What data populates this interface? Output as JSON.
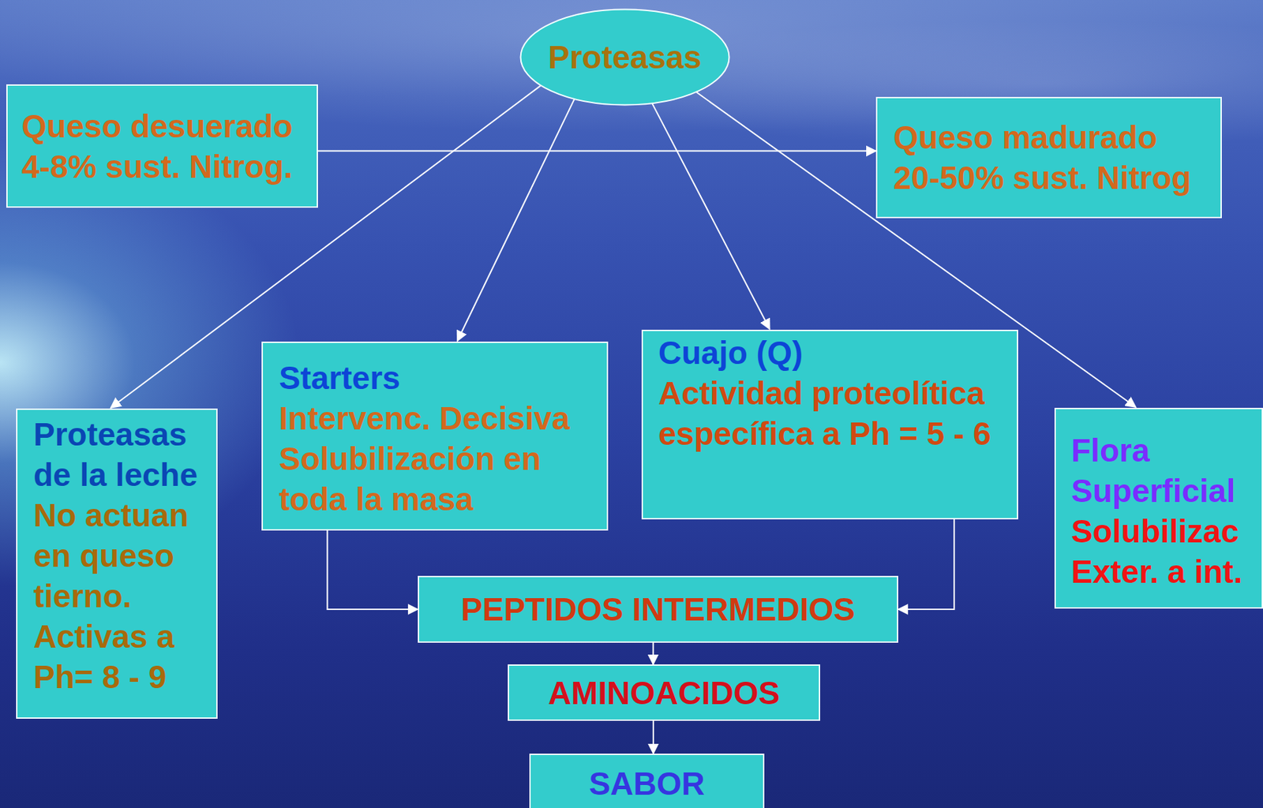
{
  "diagram": {
    "nodes": [
      {
        "text": [
          "Proteasas"
        ]
      },
      {
        "text": [
          "Queso desuerado 4-8% sust. Nitrog."
        ]
      },
      {
        "text": [
          "Queso madurado 20-50% sust. Nitrog"
        ]
      },
      {
        "text": [
          "Proteasas de la leche",
          "No actuan en queso tierno. Activas a Ph= 8 - 9"
        ]
      },
      {
        "text": [
          "Starters",
          "Intervenc. Decisiva Solubilización en toda la masa"
        ]
      },
      {
        "text": [
          "Cuajo (Q)",
          "Actividad proteolítica específica a Ph = 5 - 6"
        ]
      },
      {
        "text": [
          "Flora Superficial",
          "Solubilizac Exter. a int."
        ]
      },
      {
        "text": [
          "PEPTIDOS INTERMEDIOS"
        ]
      },
      {
        "text": [
          "AMINOACIDOS"
        ]
      },
      {
        "text": [
          "SABOR"
        ]
      }
    ],
    "edges": [
      {
        "from": 1,
        "to": 2,
        "arrow": "to"
      },
      {
        "from": 0,
        "to": 3,
        "arrow": "to"
      },
      {
        "from": 0,
        "to": 4,
        "arrow": "to"
      },
      {
        "from": 0,
        "to": 5,
        "arrow": "to"
      },
      {
        "from": 0,
        "to": 6,
        "arrow": "to"
      },
      {
        "from": 4,
        "to": 7,
        "arrow": "to"
      },
      {
        "from": 5,
        "to": 7,
        "arrow": "to"
      },
      {
        "from": 7,
        "to": 8,
        "arrow": "to"
      },
      {
        "from": 8,
        "to": 9,
        "arrow": "to"
      }
    ]
  }
}
